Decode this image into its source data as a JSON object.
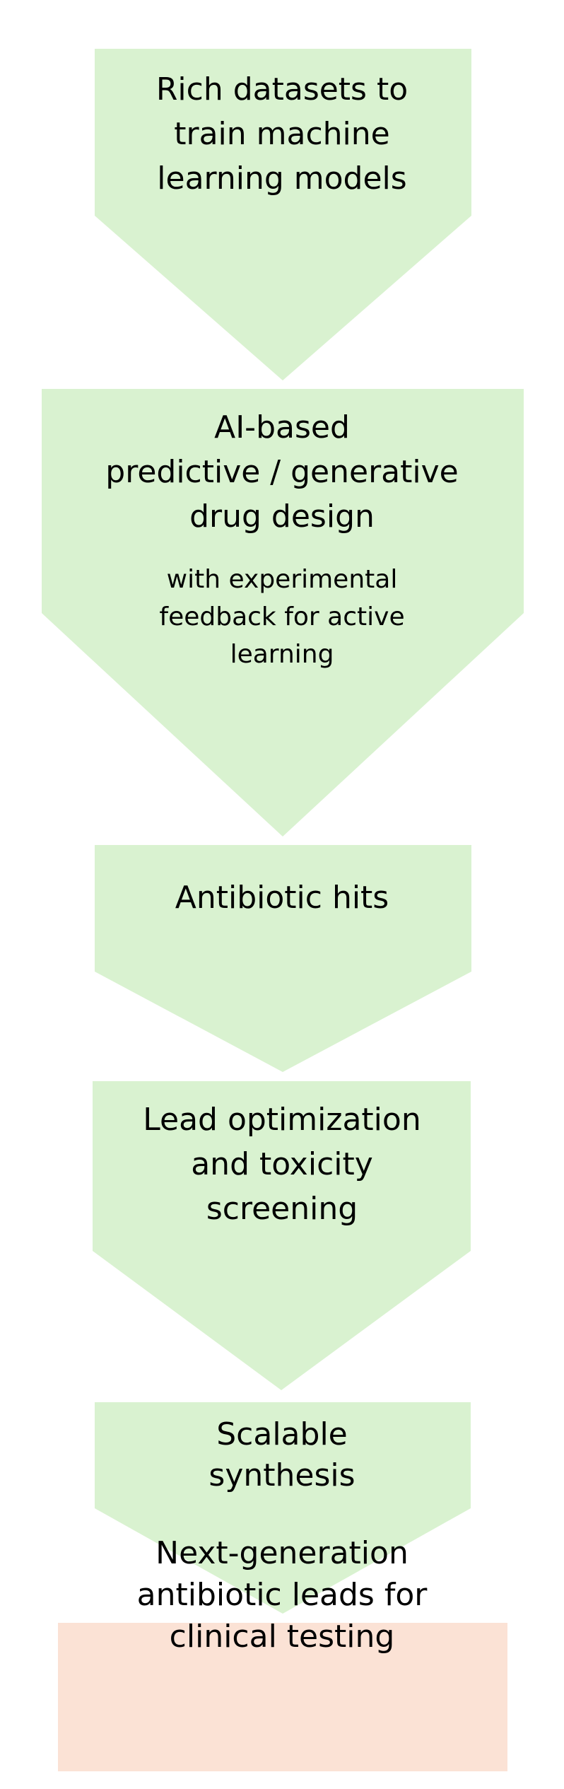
{
  "colors": {
    "step_fill": "#d9f2d0",
    "result_fill": "#fbe2d5",
    "text": "#000000"
  },
  "steps": [
    {
      "lines": [
        "Rich datasets to",
        "train machine",
        "learning models"
      ]
    },
    {
      "lines": [
        "AI-based",
        "predictive / generative",
        "drug design"
      ],
      "sub_lines": [
        "with experimental",
        "feedback for active",
        "learning"
      ]
    },
    {
      "lines": [
        "Antibiotic hits"
      ]
    },
    {
      "lines": [
        "Lead optimization",
        "and toxicity",
        "screening"
      ]
    },
    {
      "lines": [
        "Scalable",
        "synthesis"
      ]
    }
  ],
  "result": {
    "lines": [
      "Next-generation",
      "antibiotic leads for",
      "clinical testing"
    ]
  }
}
